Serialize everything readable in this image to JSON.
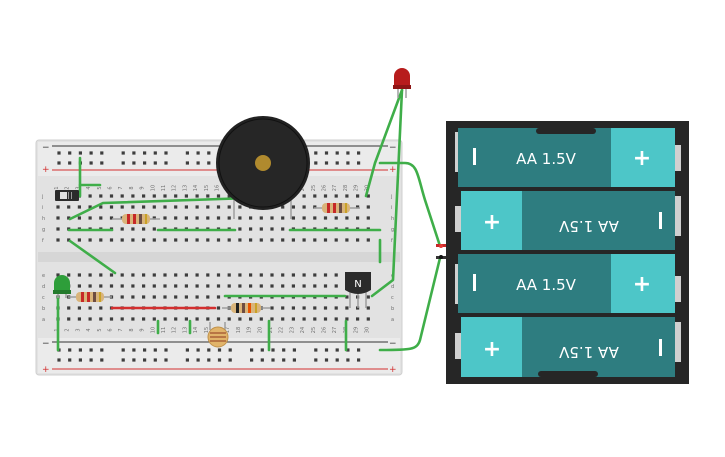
{
  "breadboard": {
    "rail_symbols": {
      "minus": "−",
      "plus": "+"
    },
    "row_letters_top": [
      "j",
      "i",
      "h",
      "g",
      "f"
    ],
    "row_letters_bottom": [
      "e",
      "d",
      "c",
      "b",
      "a"
    ],
    "column_count": 30,
    "rail_minus_color": "#333333",
    "rail_plus_color": "#d32f2f"
  },
  "battery_pack": {
    "cells": [
      {
        "label": "AA 1.5V",
        "orientation": "normal",
        "plus": "+",
        "minus": "−"
      },
      {
        "label": "AA 1.5V",
        "orientation": "flipped",
        "plus": "+",
        "minus": "−"
      },
      {
        "label": "AA 1.5V",
        "orientation": "normal",
        "plus": "+",
        "minus": "−"
      },
      {
        "label": "AA 1.5V",
        "orientation": "flipped",
        "plus": "+",
        "minus": "−"
      }
    ],
    "cell_color": "#2e7d80",
    "cap_color": "#4dc6c8"
  },
  "transistor": {
    "label": "N"
  },
  "colors": {
    "wire": "#3fae49",
    "red_wire": "#d32f2f",
    "led_red": "#b71c1c",
    "led_green": "#2e9e3a",
    "buzzer": "#222222"
  }
}
